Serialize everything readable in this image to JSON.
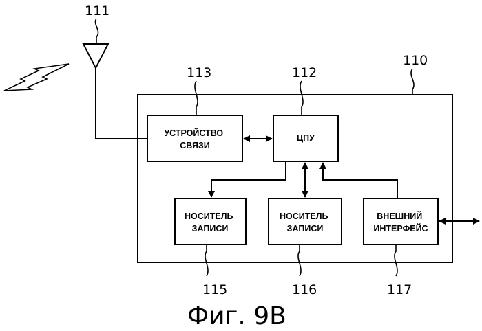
{
  "references": {
    "antenna": "111",
    "device": "110",
    "cpu": "112",
    "comm": "113",
    "medium_a": "115",
    "medium_b": "116",
    "ext_iface": "117"
  },
  "blocks": {
    "comm": [
      "УСТРОЙСТВО",
      "СВЯЗИ"
    ],
    "cpu": "ЦПУ",
    "medium_a": [
      "НОСИТЕЛЬ",
      "ЗАПИСИ"
    ],
    "medium_b": [
      "НОСИТЕЛЬ",
      "ЗАПИСИ"
    ],
    "ext_iface": [
      "ВНЕШНИЙ",
      "ИНТЕРФЕЙС"
    ]
  },
  "caption": "Фиг. 9В"
}
